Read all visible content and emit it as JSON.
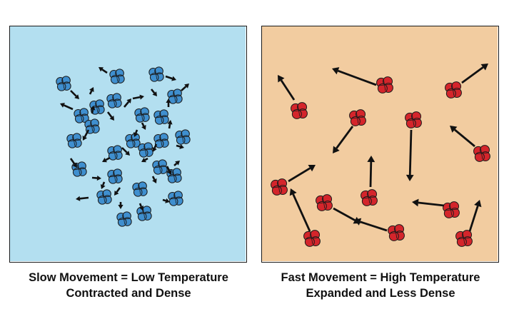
{
  "colors": {
    "left_background": "#b3dff0",
    "right_background": "#f2cca0",
    "cold_molecule": "#3f8fcf",
    "hot_molecule": "#d4252b",
    "arrow": "#111111"
  },
  "left_panel": {
    "caption_line1": "Slow Movement = Low Temperature",
    "caption_line2": "Contracted and Dense"
  },
  "right_panel": {
    "caption_line1": "Fast Movement = High Temperature",
    "caption_line2": "Expanded and Less Dense"
  }
}
